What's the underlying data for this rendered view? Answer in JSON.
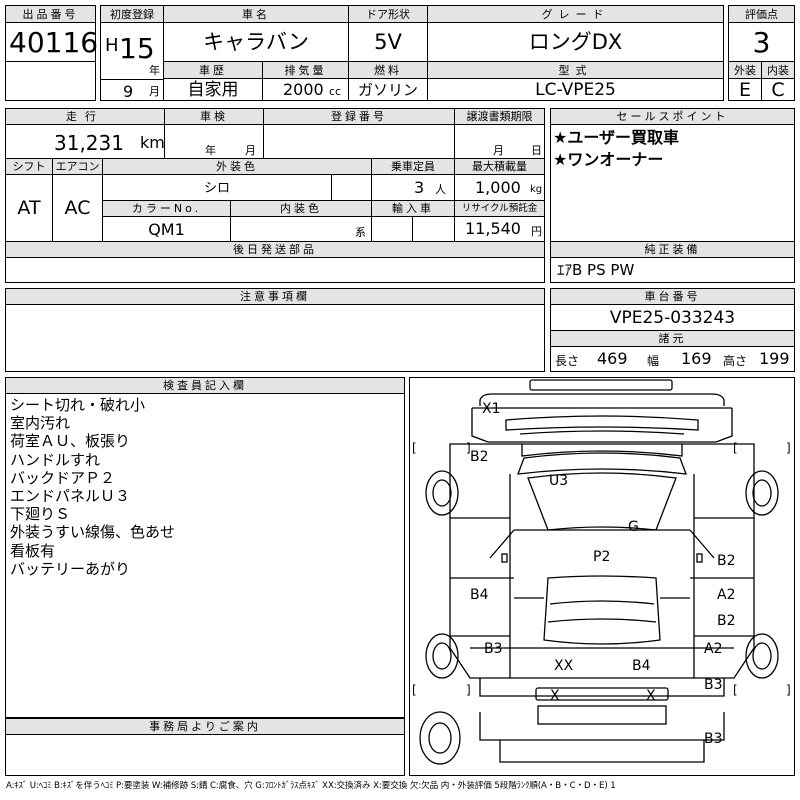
{
  "top": {
    "headers": {
      "lot": "出品番号",
      "first_reg": "初度登録",
      "car_name": "車名",
      "door": "ドア形状",
      "grade": "グレード",
      "score": "評価点",
      "history": "車歴",
      "displacement": "排気量",
      "fuel": "燃料",
      "model": "型式",
      "exterior": "外装",
      "interior": "内装"
    },
    "lot_number": "40116",
    "era": "H",
    "year_num": "15",
    "year_unit": "年",
    "month_num": "9",
    "month_unit": "月",
    "car_name": "キャラバン",
    "door": "5V",
    "grade": "ロングDX",
    "score": "3",
    "history": "自家用",
    "displacement": "2000",
    "displacement_unit": "cc",
    "fuel": "ガソリン",
    "model": "LC-VPE25",
    "exterior_grade": "E",
    "interior_grade": "C"
  },
  "mid": {
    "headers": {
      "mileage": "走行",
      "inspection": "車検",
      "reg_no": "登録番号",
      "transfer": "譲渡書類期限",
      "shift": "シフト",
      "aircon": "エアコン",
      "ext_color": "外装色",
      "capacity": "乗車定員",
      "max_load": "最大積載量",
      "color_no": "カラーNo.",
      "int_color": "内装色",
      "import": "輸入車",
      "recycle": "リサイクル預託金",
      "later_parts": "後日発送部品"
    },
    "mileage": "31,231",
    "mileage_unit": "km",
    "inspection_year_unit": "年",
    "inspection_month_unit": "月",
    "transfer_month_unit": "月",
    "transfer_day_unit": "日",
    "shift": "AT",
    "aircon": "AC",
    "ext_color": "シロ",
    "capacity": "3",
    "capacity_unit": "人",
    "max_load": "1,000",
    "max_load_unit": "kg",
    "color_no": "QM1",
    "int_color_suffix": "系",
    "recycle": "11,540",
    "recycle_unit": "円"
  },
  "sales": {
    "header": "セールスポイント",
    "line1": "★ユーザー買取車",
    "line2": "★ワンオーナー"
  },
  "equipment": {
    "header": "純正装備",
    "value": "ｴｱB PS PW"
  },
  "notes": {
    "header": "注意事項欄"
  },
  "chassis": {
    "header": "車台番号",
    "value": "VPE25-033243",
    "dims_header": "諸元",
    "length_label": "長さ",
    "length": "469",
    "width_label": "幅",
    "width": "169",
    "height_label": "高さ",
    "height": "199"
  },
  "inspector": {
    "header": "検査員記入欄",
    "items": [
      "シート切れ・破れ小",
      "室内汚れ",
      "荷室ＡＵ、板張り",
      "ハンドルすれ",
      "バックドアＰ２",
      "エンドパネルＵ３",
      "下廻りＳ",
      "外装うすい線傷、色あせ",
      "看板有",
      "バッテリーあがり"
    ]
  },
  "office": {
    "header": "事務局よりご案内"
  },
  "diagram": {
    "marks": {
      "x1": "X1",
      "b2_top": "B2",
      "u3": "U3",
      "g": "G",
      "p2": "P2",
      "b2_right1": "B2",
      "b4_left": "B4",
      "a2_right": "A2",
      "b2_right2": "B2",
      "b3_left": "B3",
      "a2_right2": "A2",
      "xx": "XX",
      "b4_rear": "B4",
      "b3_right": "B3",
      "x_left": "X",
      "x_right": "X",
      "b3_bottom": "B3"
    },
    "brackets": {
      "open": "[",
      "close": "]"
    }
  },
  "legend": "A:ｷｽﾞ U:ﾍｺﾐ B:ｷｽﾞを伴うﾍｺﾐ P:要塗装 W:補修跡 S:錆 C:腐食、穴 G:ﾌﾛﾝﾄｶﾞﾗｽ点ｷｽﾞ XX:交換済み X:要交換 欠:欠品 内・外装評価 5段階ﾗﾝｸ順(A・B・C・D・E) 1"
}
